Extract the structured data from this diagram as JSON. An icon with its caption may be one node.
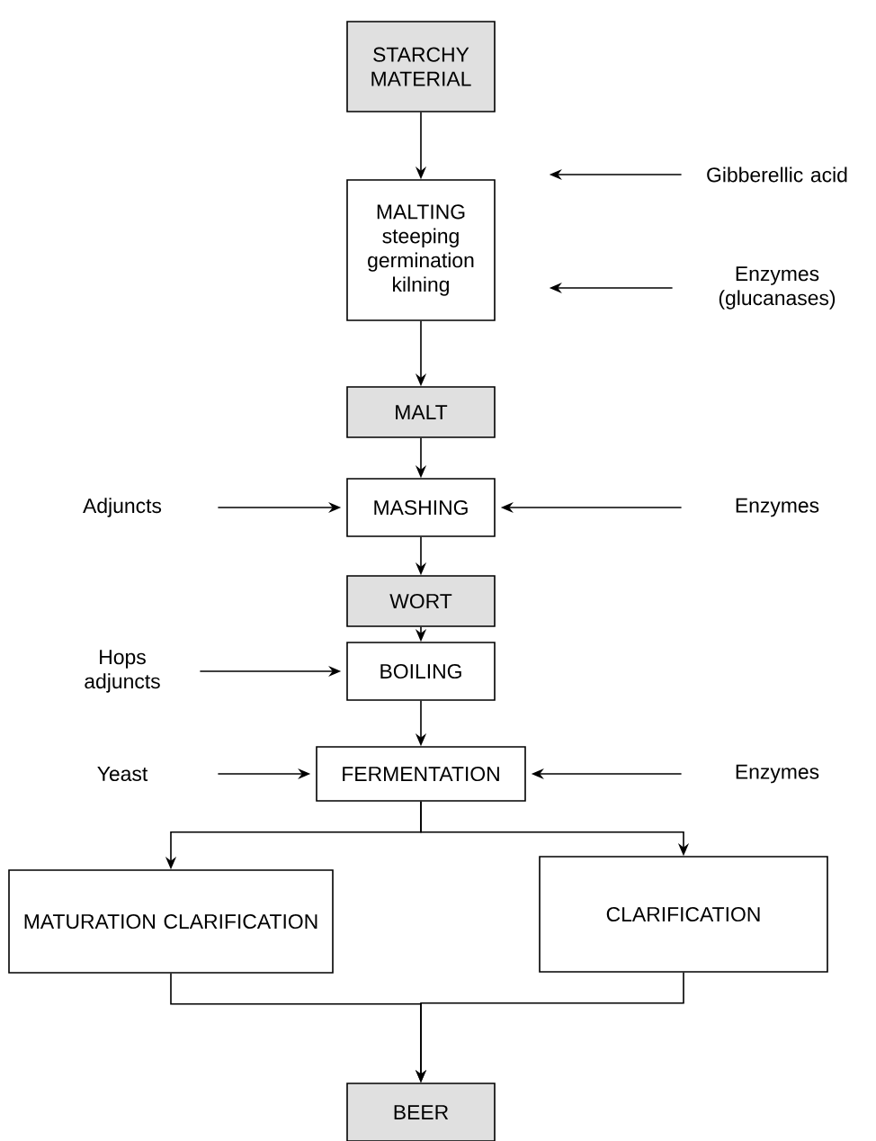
{
  "diagram": {
    "nodes": [
      {
        "text": [
          "STARCHY MATERIAL"
        ]
      },
      {
        "text": [
          "MALTING",
          "steeping germination kilning"
        ]
      },
      {
        "text": [
          "Gibberellic acid"
        ]
      },
      {
        "text": [
          "Enzymes (glucanases)"
        ]
      },
      {
        "text": [
          "MALT"
        ]
      },
      {
        "text": [
          "Adjuncts"
        ]
      },
      {
        "text": [
          "MASHING"
        ]
      },
      {
        "text": [
          "Enzymes"
        ]
      },
      {
        "text": [
          "WORT"
        ]
      },
      {
        "text": [
          "Hops adjuncts"
        ]
      },
      {
        "text": [
          "BOILING"
        ]
      },
      {
        "text": [
          "Yeast"
        ]
      },
      {
        "text": [
          "FERMENTATION"
        ]
      },
      {
        "text": [
          "Enzymes"
        ]
      },
      {
        "text": [
          "MATURATION CLARIFICATION"
        ]
      },
      {
        "text": [
          "CLARIFICATION"
        ]
      },
      {
        "text": [
          "BEER"
        ]
      }
    ],
    "edges": [
      {
        "from": 0,
        "to": 1,
        "arrow": "to"
      },
      {
        "from": 2,
        "to": 1,
        "arrow": "to"
      },
      {
        "from": 3,
        "to": 1,
        "arrow": "to"
      },
      {
        "from": 1,
        "to": 4,
        "arrow": "to"
      },
      {
        "from": 4,
        "to": 6,
        "arrow": "to"
      },
      {
        "from": 5,
        "to": 6,
        "arrow": "to"
      },
      {
        "from": 7,
        "to": 6,
        "arrow": "to"
      },
      {
        "from": 6,
        "to": 8,
        "arrow": "to"
      },
      {
        "from": 8,
        "to": 10,
        "arrow": "to"
      },
      {
        "from": 9,
        "to": 10,
        "arrow": "to"
      },
      {
        "from": 10,
        "to": 12,
        "arrow": "to"
      },
      {
        "from": 11,
        "to": 12,
        "arrow": "to"
      },
      {
        "from": 13,
        "to": 12,
        "arrow": "to"
      },
      {
        "from": 12,
        "to": 14,
        "arrow": "to"
      },
      {
        "from": 12,
        "to": 15,
        "arrow": "to"
      },
      {
        "from": 14,
        "to": 16,
        "arrow": "to"
      },
      {
        "from": 15,
        "to": 16,
        "arrow": "to"
      }
    ]
  }
}
